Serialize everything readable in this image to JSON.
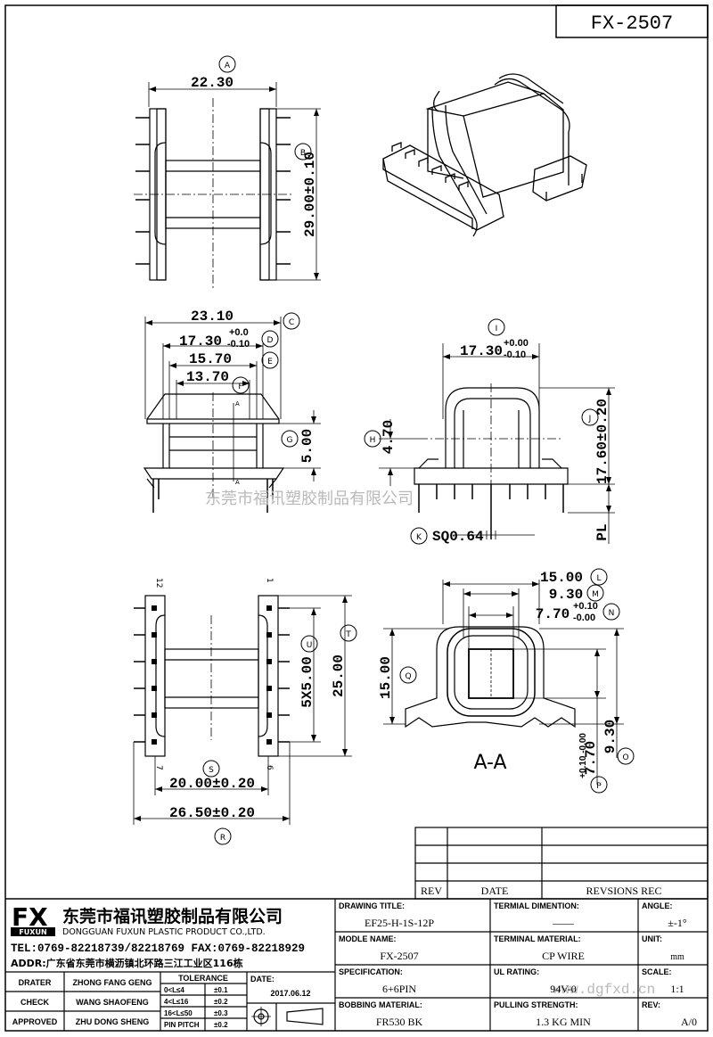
{
  "part_number": "FX-2507",
  "watermark": "东莞市福讯塑胶制品有限公司",
  "watermark_url": "www.dgfxd.cn",
  "views": {
    "top": {
      "marker_a": "A",
      "dim_a": "22.30",
      "marker_b": "B",
      "dim_b": "29.00±0.10"
    },
    "front": {
      "marker_c": "C",
      "dim_c": "23.10",
      "marker_d": "D",
      "dim_d_base": "17.30",
      "dim_d_tol_up": "+0.0",
      "dim_d_tol_dn": "-0.10",
      "marker_e": "E",
      "dim_e": "15.70",
      "marker_f": "F",
      "dim_f": "13.70",
      "marker_g": "G",
      "dim_g": "5.00",
      "section_mark": "A"
    },
    "side": {
      "marker_i": "I",
      "dim_i_base": "17.30",
      "dim_i_tol_up": "+0.00",
      "dim_i_tol_dn": "-0.10",
      "marker_h": "H",
      "dim_h": "4.70",
      "marker_j": "J",
      "dim_j": "17.60±0.20",
      "marker_k": "K",
      "dim_k": "SQ0.64",
      "dim_pl": "PL"
    },
    "bottom": {
      "pin_12": "12",
      "pin_1": "1",
      "pin_7": "7",
      "pin_6": "6",
      "marker_t": "T",
      "dim_t": "25.00",
      "marker_u": "U",
      "dim_u": "5X5.00",
      "marker_s": "S",
      "dim_s": "20.00±0.20",
      "marker_r": "R",
      "dim_r": "26.50±0.20"
    },
    "section": {
      "marker_l": "L",
      "dim_l": "15.00",
      "marker_m": "M",
      "dim_m": "9.30",
      "marker_n": "N",
      "dim_n_base": "7.70",
      "dim_n_tol_up": "+0.10",
      "dim_n_tol_dn": "-0.00",
      "marker_q": "Q",
      "dim_q": "15.00",
      "marker_o": "O",
      "dim_o": "9.30",
      "marker_p": "P",
      "dim_p_base": "7.70",
      "dim_p_tol": "+0.10 -0.00",
      "label": "A-A"
    }
  },
  "revision_table": {
    "headers": [
      "REV",
      "DATE",
      "REVSIONS REC"
    ]
  },
  "title_block": {
    "logo": "FX",
    "logo_sub": "FUXUN",
    "company_cn": "东莞市福讯塑胶制品有限公司",
    "company_en": "DONGGUAN FUXUN PLASTIC PRODUCT CO.,LTD.",
    "tel_fax": "TEL:0769-82218739/82218769  FAX:0769-82218929",
    "addr": "ADDR:广东省东莞市横沥镇北环路三江工业区116栋",
    "drater_label": "DRATER",
    "drater": "ZHONG FANG GENG",
    "check_label": "CHECK",
    "check": "WANG SHAOFENG",
    "approved_label": "APPROVED",
    "approved": "ZHU DONG SHENG",
    "tolerance_label": "TOLERANCE",
    "tolerances": [
      {
        "range": "0<L≤4",
        "tol": "±0.1"
      },
      {
        "range": "4<L≤16",
        "tol": "±0.2"
      },
      {
        "range": "16<L≤50",
        "tol": "±0.3"
      },
      {
        "range": "PIN PITCH",
        "tol": "±0.2"
      }
    ],
    "date_label": "DATE:",
    "date": "2017.06.12",
    "drawing_title_label": "DRAWING TITLE:",
    "drawing_title": "EF25-H-1S-12P",
    "model_name_label": "MODLE NAME:",
    "model_name": "FX-2507",
    "specification_label": "SPECIFICATION:",
    "specification": "6+6PIN",
    "bobbin_material_label": "BOBBING MATERIAL:",
    "bobbin_material": "FR530 BK",
    "terminal_dimension_label": "TERMIAL DIMENTION:",
    "terminal_dimension": "——",
    "terminal_material_label": "TERMINAL MATERIAL:",
    "terminal_material": "CP WIRE",
    "ul_rating_label": "UL RATING:",
    "ul_rating": "94V-0",
    "pulling_strength_label": "PULLING STRENGTH:",
    "pulling_strength": "1.3 KG MIN",
    "angle_label": "ANGLE:",
    "angle": "±-1°",
    "unit_label": "UNIT:",
    "unit": "mm",
    "scale_label": "SCALE:",
    "scale": "1:1",
    "rev_label": "REV:",
    "rev": "A/0"
  },
  "colors": {
    "line": "#000000",
    "watermark": "#b9b9b9"
  }
}
